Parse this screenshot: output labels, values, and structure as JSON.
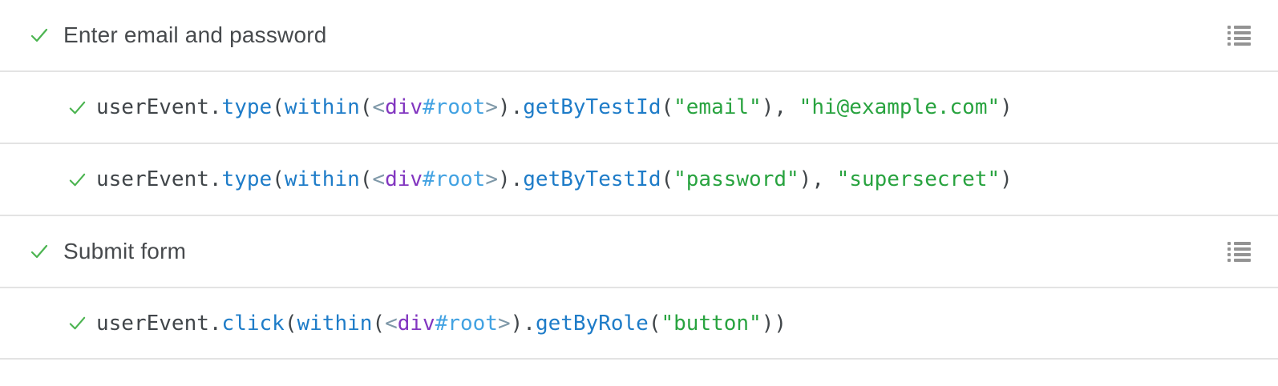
{
  "colors": {
    "background": "#ffffff",
    "divider": "#e3e3e3",
    "title_text": "#474a4d",
    "code_plain": "#404549",
    "code_method": "#1e7cc8",
    "code_tag": "#8236c0",
    "code_id": "#42a2e2",
    "code_bracket": "#7e98a8",
    "code_string": "#28a33f",
    "check_green": "#4bb450",
    "icon_gray": "#939393"
  },
  "rows": [
    {
      "type": "group",
      "status": "passed",
      "status_icon": "check-icon",
      "menu_icon": "list-icon",
      "label": "Enter email and password"
    },
    {
      "type": "call",
      "status": "passed",
      "status_icon": "check-icon",
      "tokens": [
        {
          "t": "userEvent",
          "c": "plain"
        },
        {
          "t": ".",
          "c": "plain"
        },
        {
          "t": "type",
          "c": "method"
        },
        {
          "t": "(",
          "c": "plain"
        },
        {
          "t": "within",
          "c": "method"
        },
        {
          "t": "(",
          "c": "plain"
        },
        {
          "t": "<",
          "c": "bracket"
        },
        {
          "t": "div",
          "c": "tag"
        },
        {
          "t": "#root",
          "c": "id"
        },
        {
          "t": ">",
          "c": "bracket"
        },
        {
          "t": ")",
          "c": "plain"
        },
        {
          "t": ".",
          "c": "plain"
        },
        {
          "t": "getByTestId",
          "c": "method"
        },
        {
          "t": "(",
          "c": "plain"
        },
        {
          "t": "\"email\"",
          "c": "string"
        },
        {
          "t": ")",
          "c": "plain"
        },
        {
          "t": ", ",
          "c": "plain"
        },
        {
          "t": "\"hi@example.com\"",
          "c": "string"
        },
        {
          "t": ")",
          "c": "plain"
        }
      ]
    },
    {
      "type": "call",
      "status": "passed",
      "status_icon": "check-icon",
      "tokens": [
        {
          "t": "userEvent",
          "c": "plain"
        },
        {
          "t": ".",
          "c": "plain"
        },
        {
          "t": "type",
          "c": "method"
        },
        {
          "t": "(",
          "c": "plain"
        },
        {
          "t": "within",
          "c": "method"
        },
        {
          "t": "(",
          "c": "plain"
        },
        {
          "t": "<",
          "c": "bracket"
        },
        {
          "t": "div",
          "c": "tag"
        },
        {
          "t": "#root",
          "c": "id"
        },
        {
          "t": ">",
          "c": "bracket"
        },
        {
          "t": ")",
          "c": "plain"
        },
        {
          "t": ".",
          "c": "plain"
        },
        {
          "t": "getByTestId",
          "c": "method"
        },
        {
          "t": "(",
          "c": "plain"
        },
        {
          "t": "\"password\"",
          "c": "string"
        },
        {
          "t": ")",
          "c": "plain"
        },
        {
          "t": ", ",
          "c": "plain"
        },
        {
          "t": "\"supersecret\"",
          "c": "string"
        },
        {
          "t": ")",
          "c": "plain"
        }
      ]
    },
    {
      "type": "group",
      "status": "passed",
      "status_icon": "check-icon",
      "menu_icon": "list-icon",
      "label": "Submit form"
    },
    {
      "type": "call",
      "status": "passed",
      "status_icon": "check-icon",
      "tokens": [
        {
          "t": "userEvent",
          "c": "plain"
        },
        {
          "t": ".",
          "c": "plain"
        },
        {
          "t": "click",
          "c": "method"
        },
        {
          "t": "(",
          "c": "plain"
        },
        {
          "t": "within",
          "c": "method"
        },
        {
          "t": "(",
          "c": "plain"
        },
        {
          "t": "<",
          "c": "bracket"
        },
        {
          "t": "div",
          "c": "tag"
        },
        {
          "t": "#root",
          "c": "id"
        },
        {
          "t": ">",
          "c": "bracket"
        },
        {
          "t": ")",
          "c": "plain"
        },
        {
          "t": ".",
          "c": "plain"
        },
        {
          "t": "getByRole",
          "c": "method"
        },
        {
          "t": "(",
          "c": "plain"
        },
        {
          "t": "\"button\"",
          "c": "string"
        },
        {
          "t": ")",
          "c": "plain"
        },
        {
          "t": ")",
          "c": "plain"
        }
      ]
    }
  ]
}
